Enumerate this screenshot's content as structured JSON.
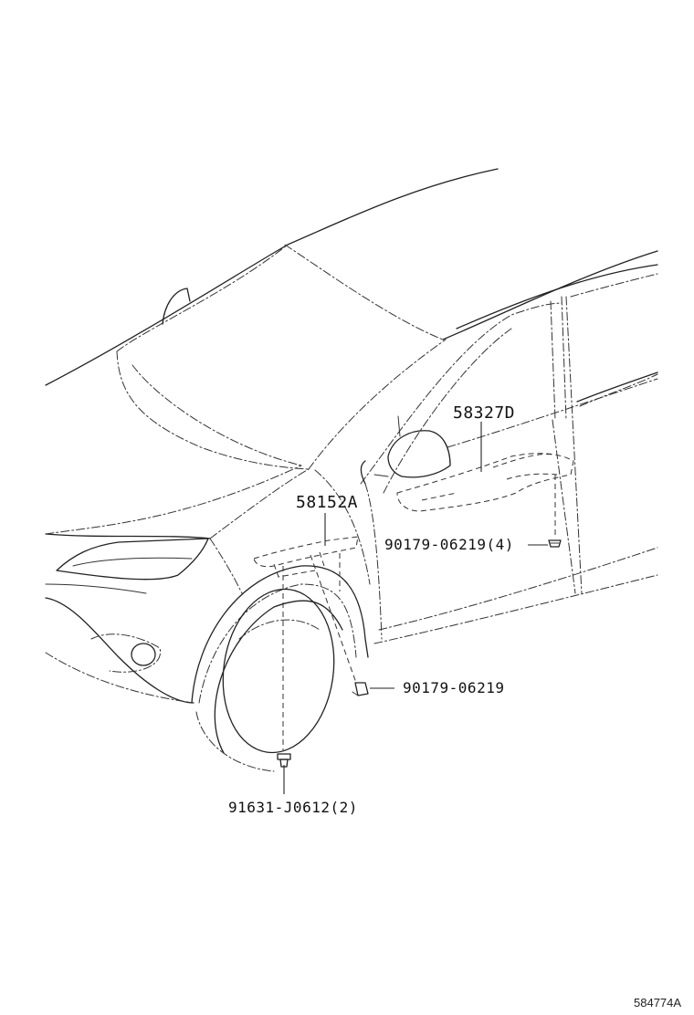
{
  "parts": {
    "p58327D": "58327D",
    "p58152A": "58152A",
    "p90179_06219_4": "90179-06219(4)",
    "p90179_06219": "90179-06219",
    "p91631_J0612_2": "91631-J0612(2)"
  },
  "figure_id": "584774A",
  "icons": {
    "clip_door": "clip-fastener",
    "clip_fender": "clip-fastener",
    "screw": "screw-fastener"
  }
}
